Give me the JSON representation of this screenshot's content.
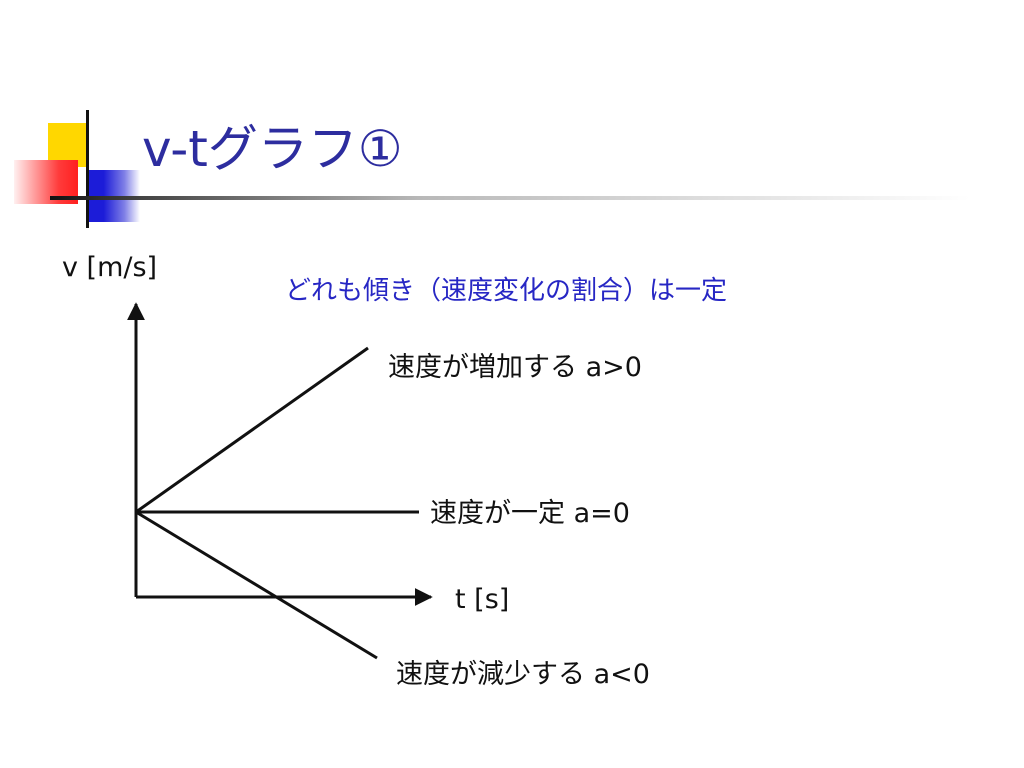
{
  "slide": {
    "title": "v-tグラフ①"
  },
  "diagram": {
    "y_axis_label": "v  [m/s]",
    "x_axis_label": "t  [s]",
    "note": "どれも傾き（速度変化の割合）は一定",
    "lines": [
      {
        "label": "速度が増加する  a>0"
      },
      {
        "label": "速度が一定  a=0"
      },
      {
        "label": "速度が減少する  a<0"
      }
    ]
  }
}
